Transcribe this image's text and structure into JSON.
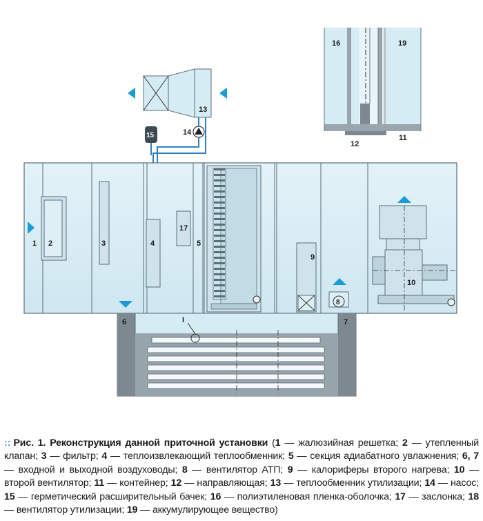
{
  "labels": {
    "n1": "1",
    "n2": "2",
    "n3": "3",
    "n4": "4",
    "n5": "5",
    "n6": "6",
    "n7": "7",
    "n8": "8",
    "n9": "9",
    "n10": "10",
    "n11": "11",
    "n12": "12",
    "n13": "13",
    "n14": "14",
    "n15": "15",
    "n16": "16",
    "n17": "17",
    "n19": "19",
    "detail": "I"
  },
  "caption": {
    "prefix": "Рис. 1.",
    "title": "Реконструкция данной приточной установки",
    "open": " (",
    "close": ")",
    "items": [
      {
        "num": "1",
        "text": " — жалюзийная решетка; "
      },
      {
        "num": "2",
        "text": " — утепленный клапан; "
      },
      {
        "num": "3",
        "text": " — фильтр; "
      },
      {
        "num": "4",
        "text": " — теплоизвлекающий теплообменник; "
      },
      {
        "num": "5",
        "text": " — секция адиабатного увлажнения; "
      },
      {
        "num": "6, 7",
        "text": " — входной и выходной воздуховоды; "
      },
      {
        "num": "8",
        "text": " — вентилятор АТП; "
      },
      {
        "num": "9",
        "text": " — калориферы второго нагрева; "
      },
      {
        "num": "10",
        "text": " — второй вентилятор; "
      },
      {
        "num": "11",
        "text": " — контейнер; "
      },
      {
        "num": "12",
        "text": " — направляющая; "
      },
      {
        "num": "13",
        "text": " — теплообменник утилизации; "
      },
      {
        "num": "14",
        "text": " — насос; "
      },
      {
        "num": "15",
        "text": " — герметический расширительный бачек; "
      },
      {
        "num": "16",
        "text": " — полиэтиленовая пленка-оболочка; "
      },
      {
        "num": "17",
        "text": " — заслонка; "
      },
      {
        "num": "18",
        "text": " — вентилятор утилизации; "
      },
      {
        "num": "19",
        "text": " — аккумулирующее вещество"
      }
    ]
  },
  "colors": {
    "air": "#d6ecf5",
    "outline": "#5a6e78",
    "arrow": "#1a9ad6",
    "pipe": "#2f7fc0",
    "container_dark": "#7d8890",
    "container_mid": "#aeb8be",
    "fin": "#f4f8fa"
  }
}
